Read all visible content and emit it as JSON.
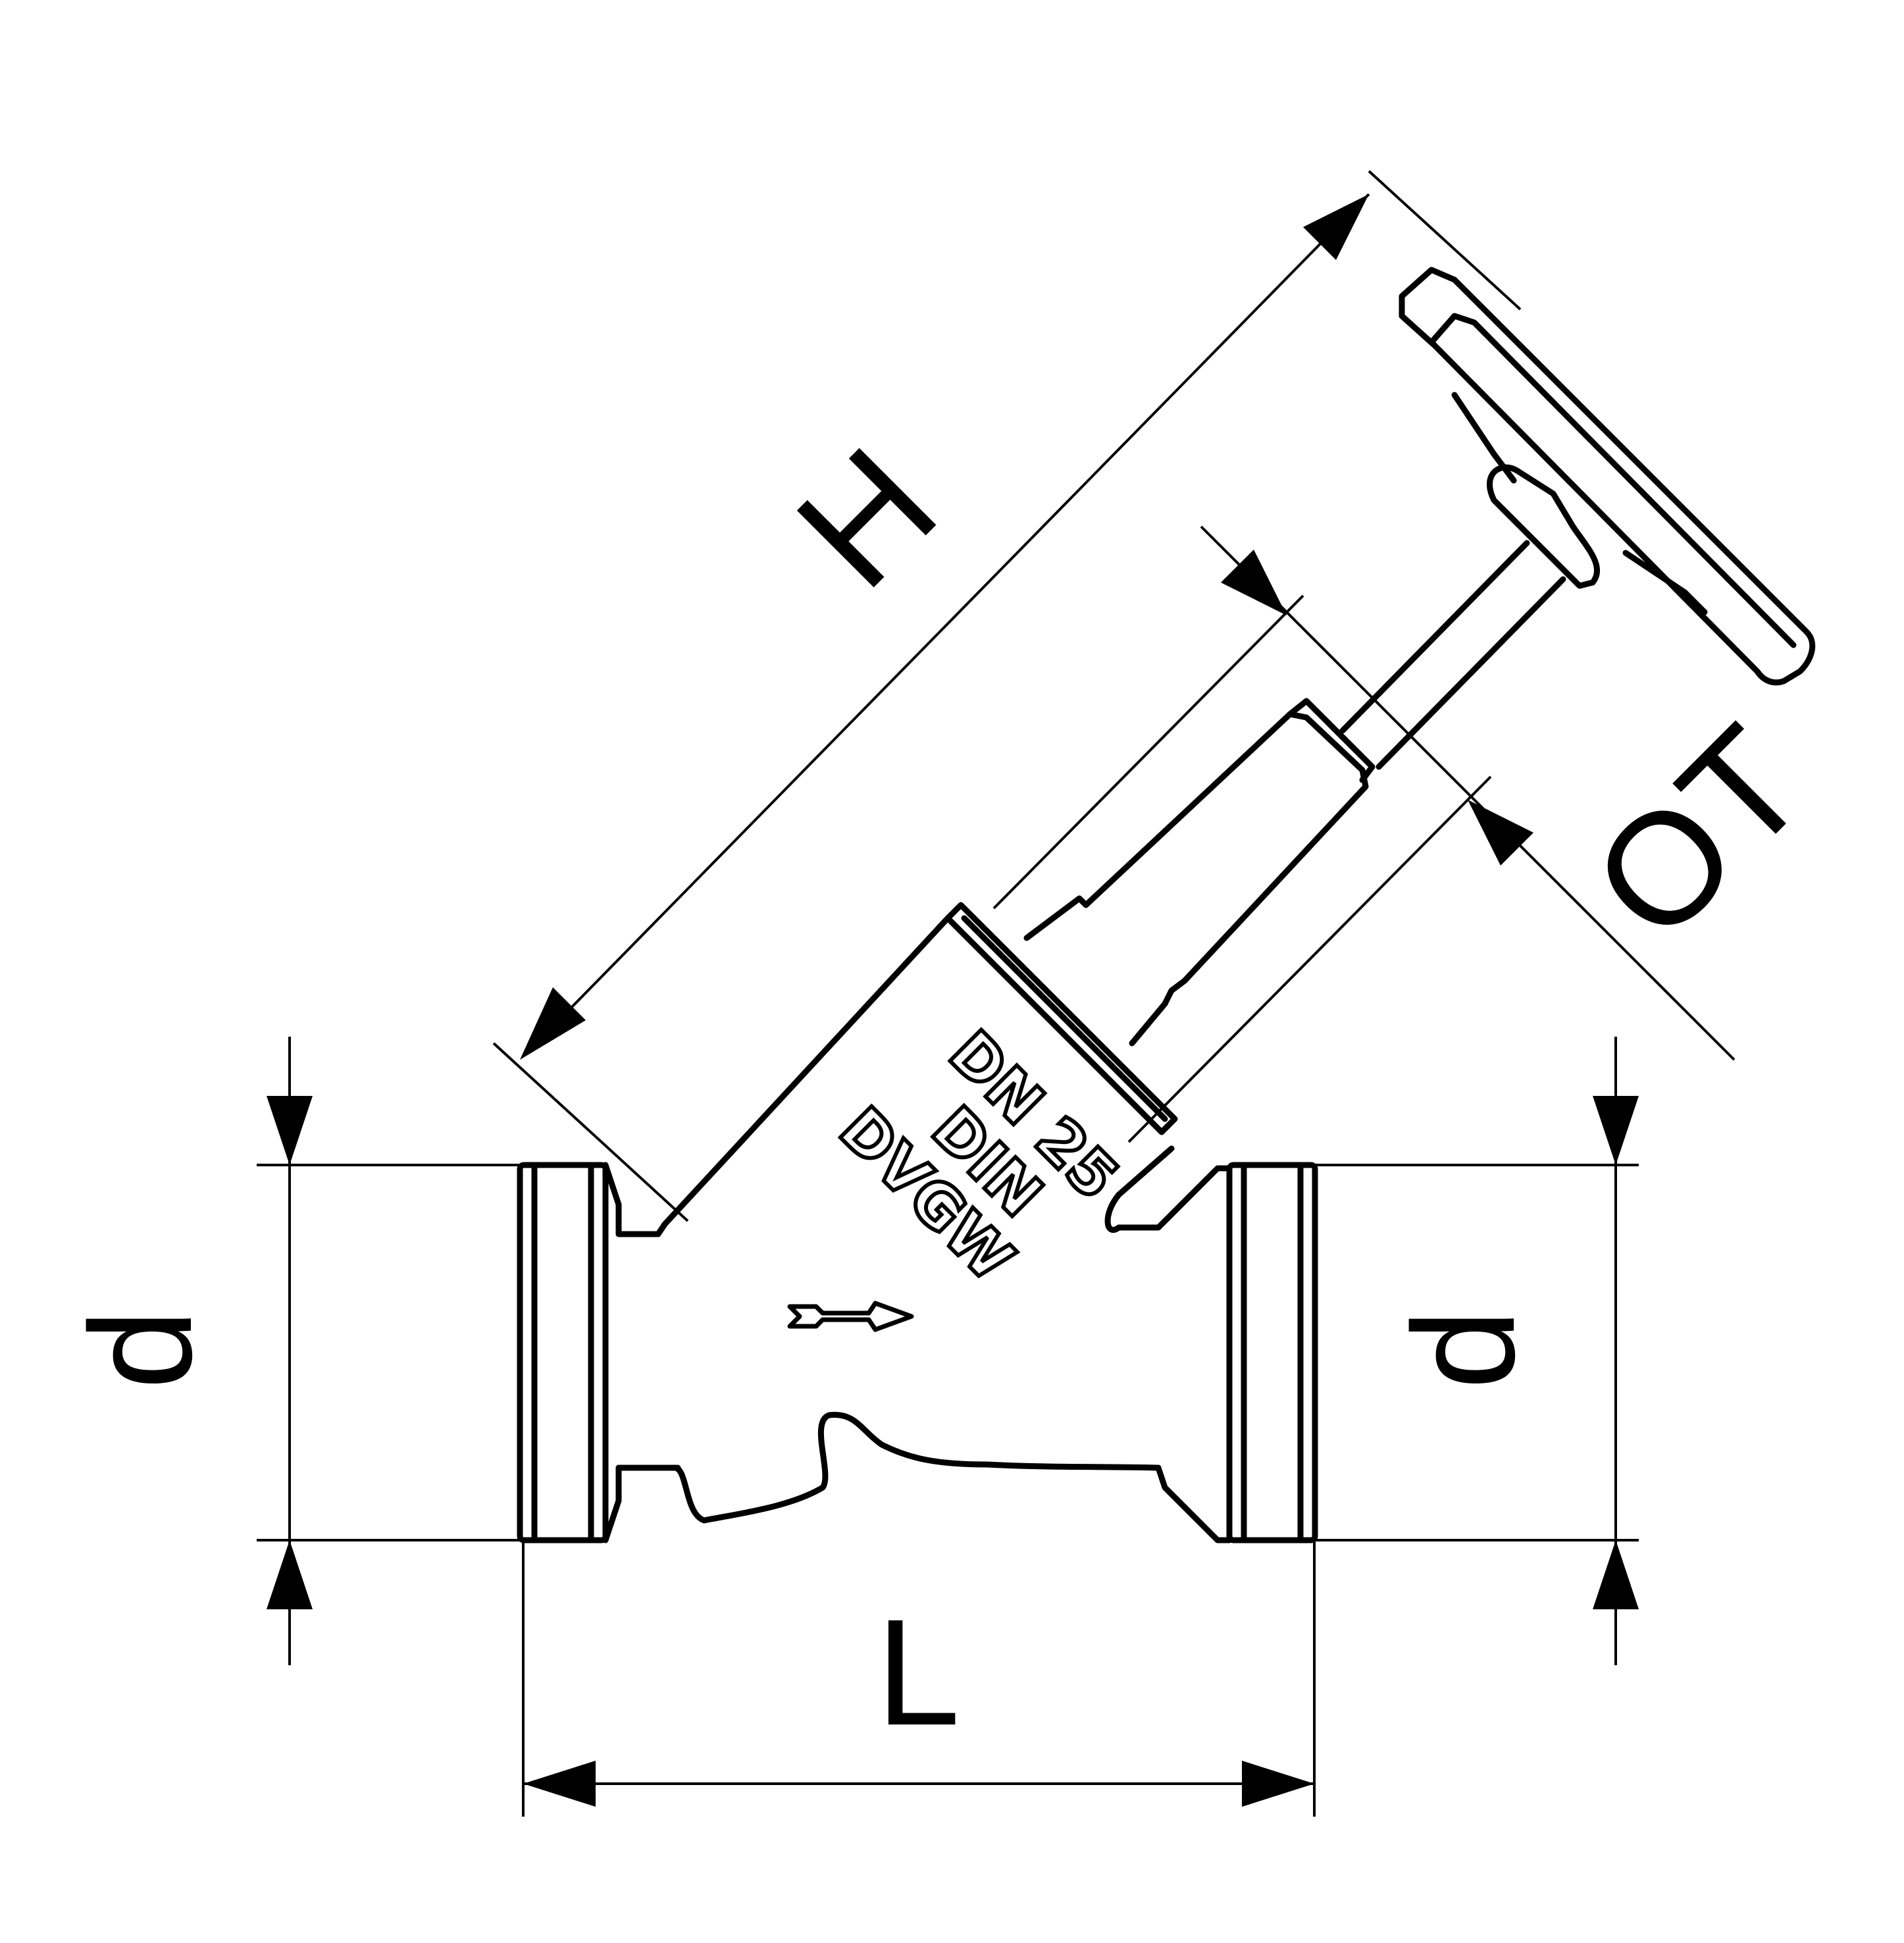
{
  "dimensions": {
    "height_label": "H",
    "gap_label": "OT",
    "length_label": "L",
    "diameter_left_label": "d",
    "diameter_right_label": "d"
  },
  "body_marking": {
    "line1": "DN 25",
    "line2": "DIN",
    "line3": "DVGW"
  },
  "colors": {
    "line": "#000000",
    "background": "#ffffff"
  },
  "flow_direction_icon": "arrow-right-icon"
}
